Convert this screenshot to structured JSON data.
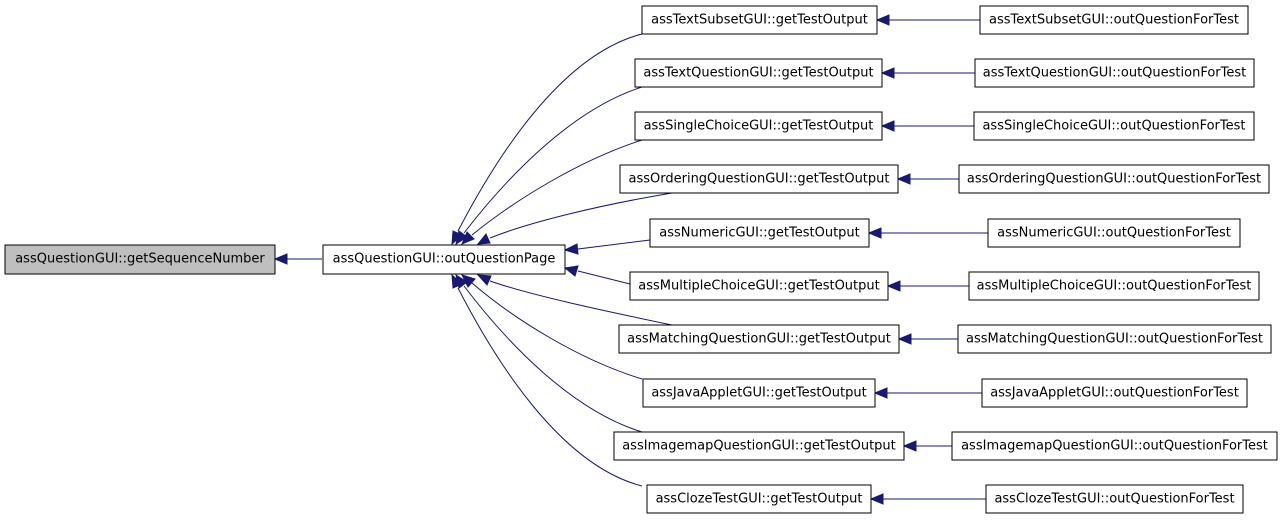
{
  "graph": {
    "edge_color": "#191970",
    "root_fill": "#bfbfbf",
    "nodes": {
      "root": {
        "label": "assQuestionGUI::getSequenceNumber"
      },
      "hub": {
        "label": "assQuestionGUI::outQuestionPage"
      },
      "mid": [
        {
          "label": "assTextSubsetGUI::getTestOutput"
        },
        {
          "label": "assTextQuestionGUI::getTestOutput"
        },
        {
          "label": "assSingleChoiceGUI::getTestOutput"
        },
        {
          "label": "assOrderingQuestionGUI::getTestOutput"
        },
        {
          "label": "assNumericGUI::getTestOutput"
        },
        {
          "label": "assMultipleChoiceGUI::getTestOutput"
        },
        {
          "label": "assMatchingQuestionGUI::getTestOutput"
        },
        {
          "label": "assJavaAppletGUI::getTestOutput"
        },
        {
          "label": "assImagemapQuestionGUI::getTestOutput"
        },
        {
          "label": "assClozeTestGUI::getTestOutput"
        }
      ],
      "right": [
        {
          "label": "assTextSubsetGUI::outQuestionForTest"
        },
        {
          "label": "assTextQuestionGUI::outQuestionForTest"
        },
        {
          "label": "assSingleChoiceGUI::outQuestionForTest"
        },
        {
          "label": "assOrderingQuestionGUI::outQuestionForTest"
        },
        {
          "label": "assNumericGUI::outQuestionForTest"
        },
        {
          "label": "assMultipleChoiceGUI::outQuestionForTest"
        },
        {
          "label": "assMatchingQuestionGUI::outQuestionForTest"
        },
        {
          "label": "assJavaAppletGUI::outQuestionForTest"
        },
        {
          "label": "assImagemapQuestionGUI::outQuestionForTest"
        },
        {
          "label": "assClozeTestGUI::outQuestionForTest"
        }
      ]
    }
  }
}
